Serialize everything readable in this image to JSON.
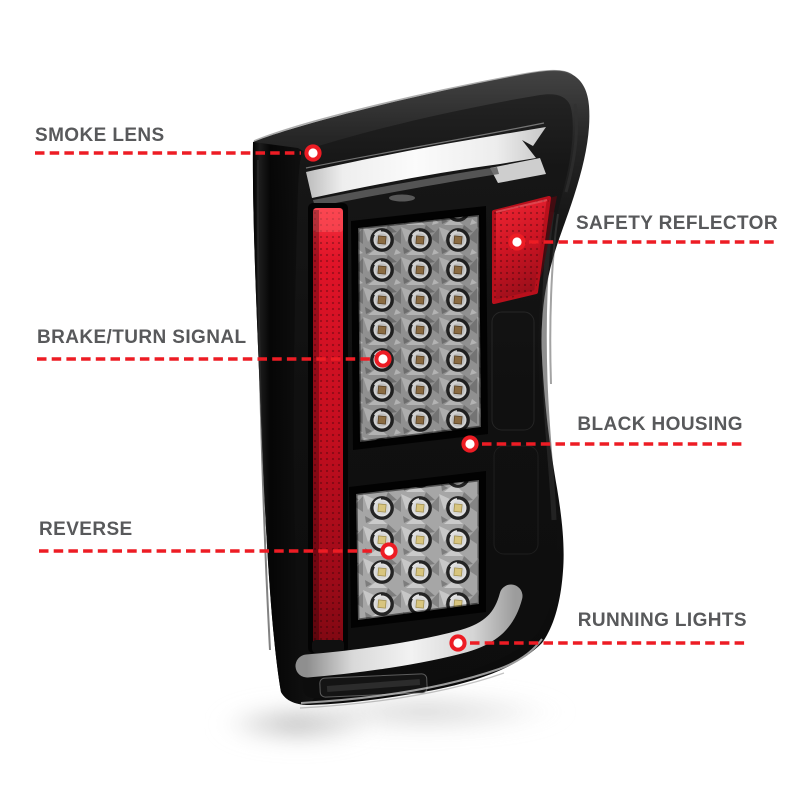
{
  "diagram": {
    "subject": "LED tail light with black housing and smoke lens",
    "background": "#ffffff"
  },
  "colors": {
    "accent_red": "#ed1c24",
    "label_text": "#58595b",
    "housing_black": "#111111",
    "reflector_red": "#cf1322",
    "tube_white": "#f4f4f4",
    "background": "#ffffff"
  },
  "callouts": [
    {
      "id": "smoke-lens",
      "label": "SMOKE LENS",
      "side": "left"
    },
    {
      "id": "safety-reflector",
      "label": "SAFETY REFLECTOR",
      "side": "right"
    },
    {
      "id": "brake-turn-signal",
      "label": "BRAKE/TURN SIGNAL",
      "side": "left"
    },
    {
      "id": "black-housing",
      "label": "BLACK HOUSING",
      "side": "right"
    },
    {
      "id": "reverse",
      "label": "REVERSE",
      "side": "left"
    },
    {
      "id": "running-lights",
      "label": "RUNNING LIGHTS",
      "side": "right"
    }
  ]
}
